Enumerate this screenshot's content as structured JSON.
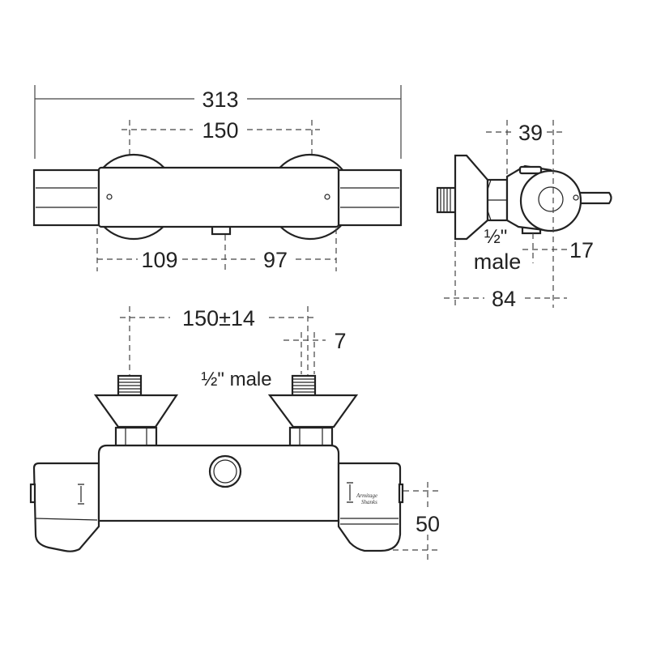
{
  "top_view": {
    "overall_width": "313",
    "inlet_centres": "150",
    "left_offset": "109",
    "right_offset": "97"
  },
  "side_view": {
    "depth_to_handle": "39",
    "outlet_offset": "17",
    "total_depth": "84",
    "outlet_thread_fraction": "½\"",
    "outlet_thread_type": "male"
  },
  "front_view": {
    "inlet_centres": "150±14",
    "eccentric_offset": "7",
    "inlet_thread": "½\" male",
    "height": "50",
    "brand_mark": "Armitage Shanks"
  }
}
